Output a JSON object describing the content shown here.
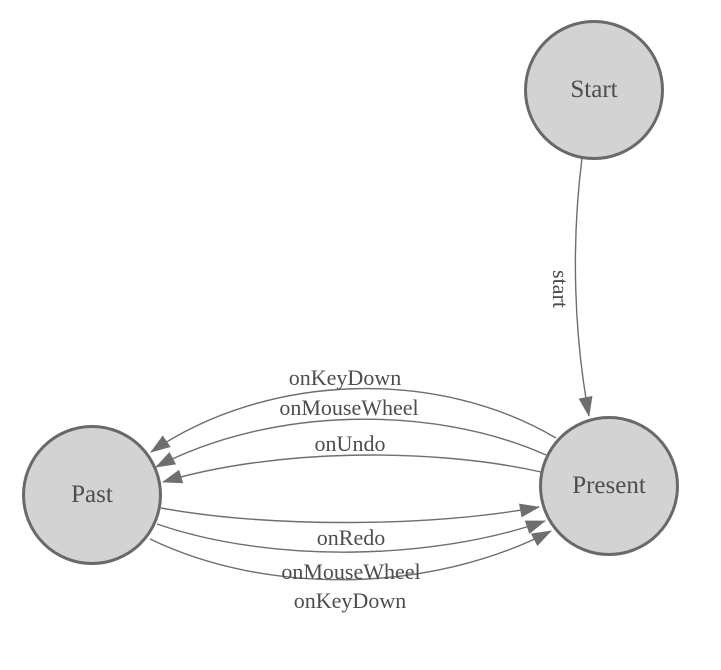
{
  "diagram": {
    "type": "state-diagram",
    "colors": {
      "node_fill": "#d3d3d3",
      "node_stroke": "#696969",
      "edge_color": "#6e6e6e",
      "text_color": "#4d4d4d",
      "background": "#ffffff"
    },
    "nodes": [
      {
        "id": "start",
        "label": "Start"
      },
      {
        "id": "past",
        "label": "Past"
      },
      {
        "id": "present",
        "label": "Present"
      }
    ],
    "edges": [
      {
        "from": "start",
        "to": "present",
        "label": "start"
      },
      {
        "from": "present",
        "to": "past",
        "label": "onKeyDown"
      },
      {
        "from": "present",
        "to": "past",
        "label": "onMouseWheel"
      },
      {
        "from": "present",
        "to": "past",
        "label": "onUndo"
      },
      {
        "from": "past",
        "to": "present",
        "label": "onRedo"
      },
      {
        "from": "past",
        "to": "present",
        "label": "onMouseWheel"
      },
      {
        "from": "past",
        "to": "present",
        "label": "onKeyDown"
      }
    ]
  }
}
